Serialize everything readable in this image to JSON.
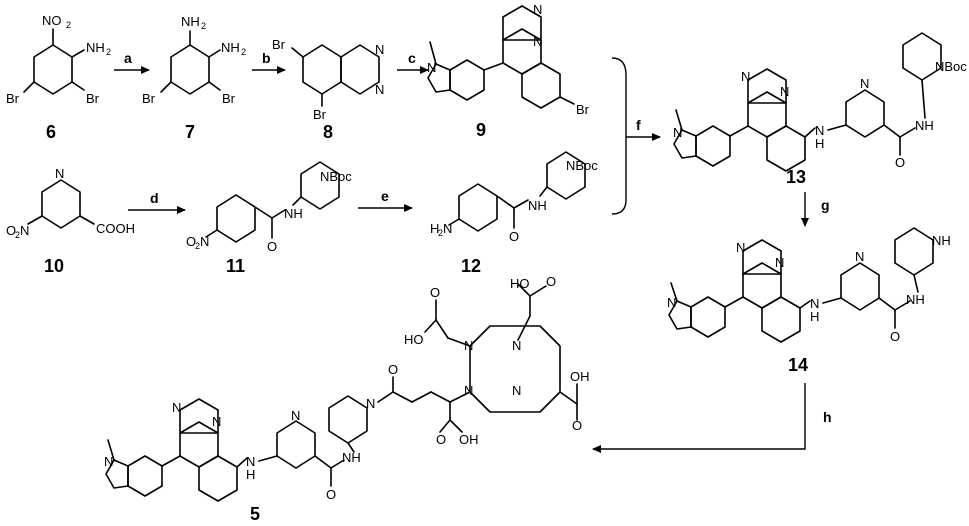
{
  "compounds": {
    "c6": "6",
    "c7": "7",
    "c8": "8",
    "c9": "9",
    "c10": "10",
    "c11": "11",
    "c12": "12",
    "c13": "13",
    "c14": "14",
    "c5": "5"
  },
  "steps": {
    "a": "a",
    "b": "b",
    "c": "c",
    "d": "d",
    "e": "e",
    "f": "f",
    "g": "g",
    "h": "h"
  },
  "atoms": {
    "NO2": "NO",
    "NO2_sub": "2",
    "NH2": "NH",
    "NH2_sub": "2",
    "H2N": "H",
    "H2N_sub": "2",
    "H2N_N": "N",
    "O2N": "O",
    "O2N_sub": "2",
    "O2N_N": "N",
    "Br": "Br",
    "N": "N",
    "NH": "NH",
    "H": "H",
    "NBoc": "NBoc",
    "O": "O",
    "COOH": "COOH",
    "OH": "OH",
    "HO": "HO"
  },
  "colors": {
    "ink": "#000000",
    "background": "#ffffff"
  }
}
